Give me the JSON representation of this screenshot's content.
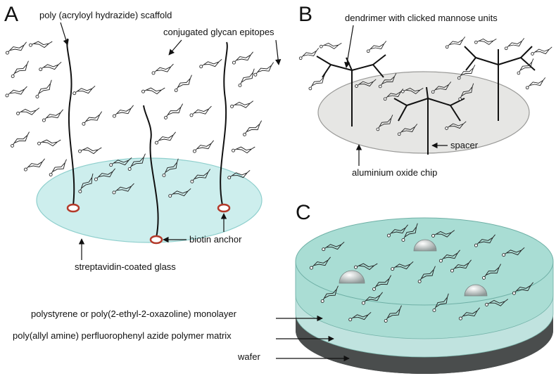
{
  "panels": {
    "A": {
      "letter": "A",
      "labels": {
        "scaffold": "poly (acryloyl hydrazide) scaffold",
        "epitopes": "conjugated glycan epitopes",
        "anchor": "biotin anchor",
        "surface": "streptavidin-coated glass"
      },
      "colors": {
        "surface": "#cdeeed",
        "surface_edge": "#8fcfcd",
        "anchor": "#b33a2a"
      }
    },
    "B": {
      "letter": "B",
      "labels": {
        "dendrimer": "dendrimer with clicked mannose units",
        "spacer": "spacer",
        "chip": "aluminium oxide chip"
      },
      "colors": {
        "chip": "#e6e6e4",
        "chip_edge": "#9a9a98"
      }
    },
    "C": {
      "letter": "C",
      "labels": {
        "monolayer": "polystyrene or poly(2-ethyl-2-oxazoline) monolayer",
        "matrix": "poly(allyl amine) perfluorophenyl azide polymer matrix",
        "wafer": "wafer"
      },
      "colors": {
        "monolayer": "#a9ddd4",
        "matrix": "#c7ece7",
        "wafer": "#4a4d4d",
        "dome": "#b9c3c2"
      }
    }
  }
}
